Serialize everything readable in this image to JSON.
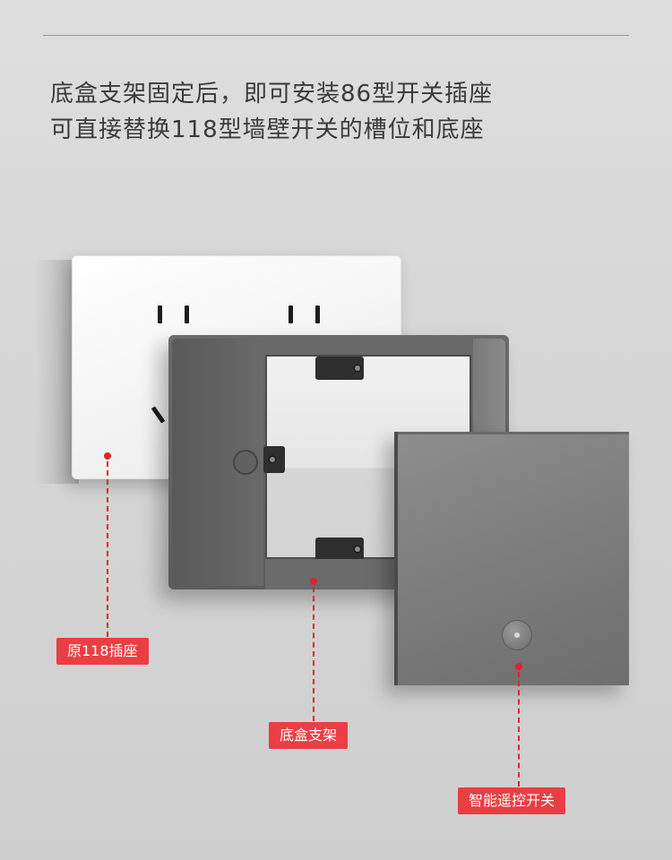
{
  "headline": {
    "line1": "底盒支架固定后，即可安装86型开关插座",
    "line2": "可直接替换118型墙壁开关的槽位和底座"
  },
  "callouts": {
    "original_socket": "原118插座",
    "mount_bracket": "底盒支架",
    "smart_switch": "智能遥控开关"
  },
  "colors": {
    "accent": "#ea3e44",
    "marker": "#e0242d",
    "text": "#3a3a3a"
  },
  "icons": {
    "bracket_screws": "screw-icon",
    "switch_button": "round-button-icon"
  }
}
